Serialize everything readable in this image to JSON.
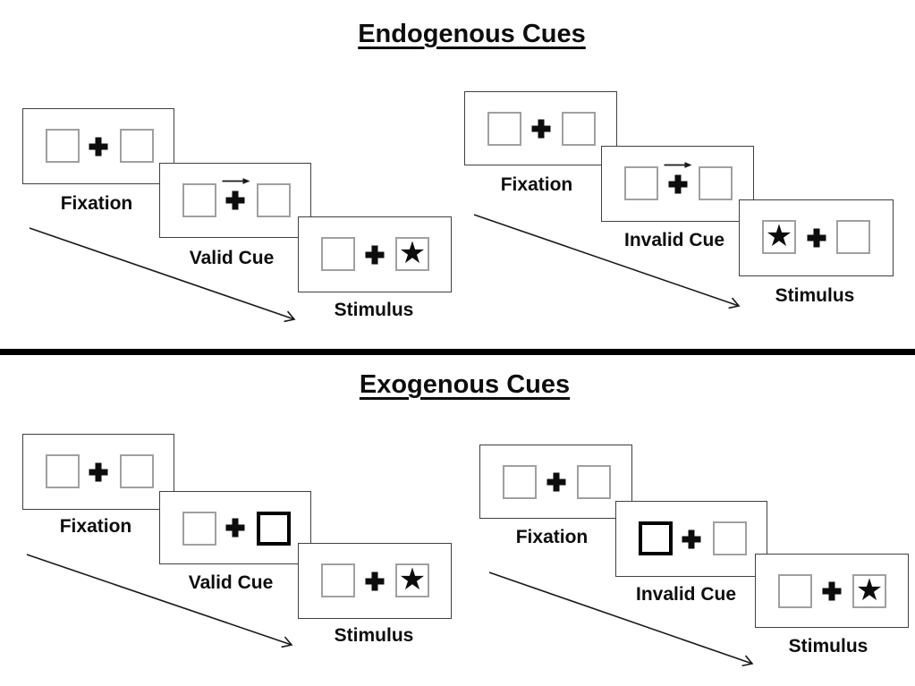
{
  "sections": [
    {
      "title": "Endogenous Cues",
      "groups": [
        {
          "name": "valid-trial",
          "steps": [
            {
              "label": "Fixation",
              "left_box": "empty",
              "center": "fixation-cross",
              "right_box": "empty"
            },
            {
              "label": "Valid Cue",
              "left_box": "empty",
              "center": "fixation-cross-with-right-arrow",
              "right_box": "empty"
            },
            {
              "label": "Stimulus",
              "left_box": "empty",
              "center": "fixation-cross",
              "right_box": "star"
            }
          ]
        },
        {
          "name": "invalid-trial",
          "steps": [
            {
              "label": "Fixation",
              "left_box": "empty",
              "center": "fixation-cross",
              "right_box": "empty"
            },
            {
              "label": "Invalid Cue",
              "left_box": "empty",
              "center": "fixation-cross-with-right-arrow",
              "right_box": "empty"
            },
            {
              "label": "Stimulus",
              "left_box": "star",
              "center": "fixation-cross",
              "right_box": "empty"
            }
          ]
        }
      ]
    },
    {
      "title": "Exogenous Cues",
      "groups": [
        {
          "name": "valid-trial",
          "steps": [
            {
              "label": "Fixation",
              "left_box": "empty",
              "center": "fixation-cross",
              "right_box": "empty"
            },
            {
              "label": "Valid Cue",
              "left_box": "empty",
              "center": "fixation-cross",
              "right_box": "highlighted-empty"
            },
            {
              "label": "Stimulus",
              "left_box": "empty",
              "center": "fixation-cross",
              "right_box": "star"
            }
          ]
        },
        {
          "name": "invalid-trial",
          "steps": [
            {
              "label": "Fixation",
              "left_box": "empty",
              "center": "fixation-cross",
              "right_box": "empty"
            },
            {
              "label": "Invalid Cue",
              "left_box": "highlighted-empty",
              "center": "fixation-cross",
              "right_box": "empty"
            },
            {
              "label": "Stimulus",
              "left_box": "empty",
              "center": "fixation-cross",
              "right_box": "star"
            }
          ]
        }
      ]
    }
  ],
  "icons": {
    "star": "★",
    "fixation_cross": "plus-cross",
    "cue_arrow": "right-arrow",
    "sequence_arrow": "diagonal-down-right-arrow"
  },
  "colors": {
    "ink": "#0d0d0d",
    "panel_border": "#404040",
    "box_border": "#a0a0a0",
    "highlight_border": "#000000",
    "divider": "#000000",
    "background": "#ffffff"
  }
}
